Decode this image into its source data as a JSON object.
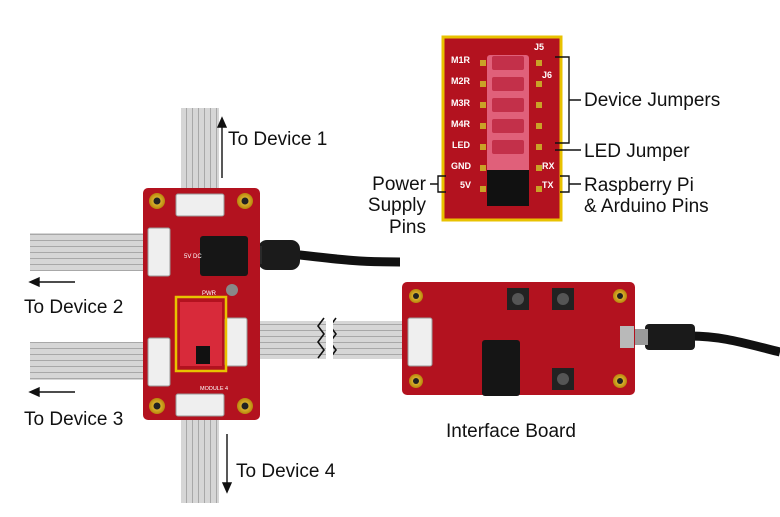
{
  "labels": {
    "device1": "To Device 1",
    "device2": "To Device 2",
    "device3": "To Device 3",
    "device4": "To Device 4",
    "interface_board": "Interface Board",
    "device_jumpers": "Device Jumpers",
    "led_jumper": "LED Jumper",
    "rpi_arduino_1": "Raspberry Pi",
    "rpi_arduino_2": "& Arduino Pins",
    "power_1": "Power",
    "power_2": "Supply",
    "power_3": "Pins"
  },
  "inset_pins": {
    "left": [
      "M1R",
      "M2R",
      "M3R",
      "M4R",
      "LED",
      "GND",
      "5V"
    ],
    "right_top": [
      "J5",
      "J6"
    ],
    "right_bottom": [
      "RX",
      "TX"
    ]
  },
  "board_text": {
    "pwr": "PWR",
    "module4": "MODULE 4",
    "power_jack": "5V DC"
  },
  "colors": {
    "pcb_red": "#b3121f",
    "callout_yellow": "#e8c200",
    "ribbon_gray": "#c9c9c9"
  }
}
